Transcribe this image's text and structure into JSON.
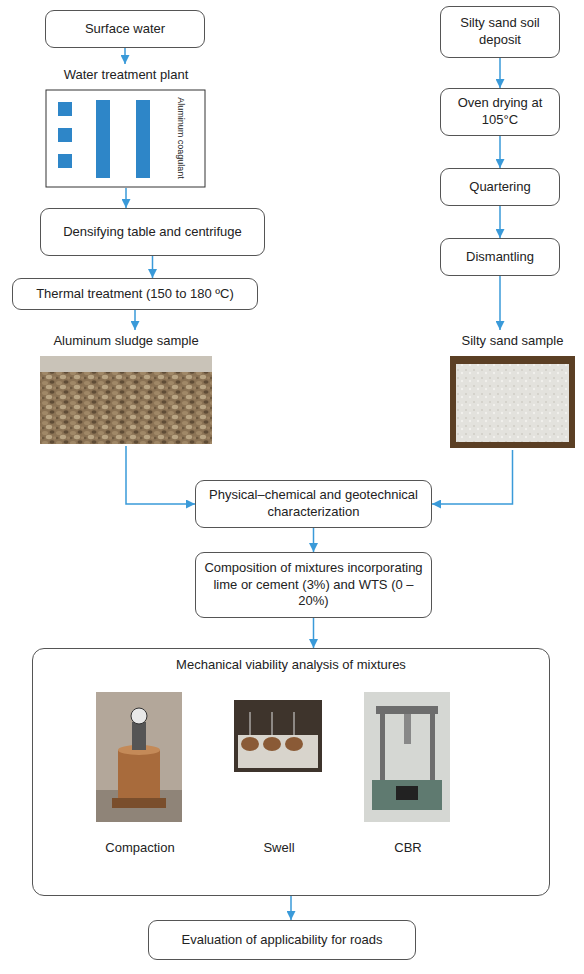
{
  "diagram": {
    "nodes": [
      {
        "text": [
          "Surface water"
        ]
      },
      {
        "text": [
          "Water treatment plant",
          "Aluminum coagulant"
        ]
      },
      {
        "text": [
          "Densifying table and centrifuge"
        ]
      },
      {
        "text": [
          "Thermal treatment (150 to 180 ºC)"
        ]
      },
      {
        "text": [
          "Aluminum sludge sample"
        ]
      },
      {
        "text": [
          "Silty sand soil deposit"
        ]
      },
      {
        "text": [
          "Oven drying at 105°C"
        ]
      },
      {
        "text": [
          "Quartering"
        ]
      },
      {
        "text": [
          "Dismantling"
        ]
      },
      {
        "text": [
          "Silty sand sample"
        ]
      },
      {
        "text": [
          "Physical–chemical and geotechnical characterization"
        ]
      },
      {
        "text": [
          "Composition of mixtures incorporating lime or cement (3%) and WTS (0 – 20%)"
        ]
      },
      {
        "text": [
          "Mechanical viability analysis of mixtures"
        ]
      },
      {
        "text": [
          "Compaction"
        ],
        "in": 12
      },
      {
        "text": [
          "Swell"
        ],
        "in": 12
      },
      {
        "text": [
          "CBR"
        ],
        "in": 12
      },
      {
        "text": [
          "Evaluation of applicability for roads"
        ]
      }
    ],
    "edges": [
      {
        "from": 0,
        "to": 1,
        "arrow": "to"
      },
      {
        "from": 1,
        "to": 2,
        "arrow": "to"
      },
      {
        "from": 2,
        "to": 3,
        "arrow": "to"
      },
      {
        "from": 3,
        "to": 4,
        "arrow": "to"
      },
      {
        "from": 5,
        "to": 6,
        "arrow": "to"
      },
      {
        "from": 6,
        "to": 7,
        "arrow": "to"
      },
      {
        "from": 7,
        "to": 8,
        "arrow": "to"
      },
      {
        "from": 8,
        "to": 9,
        "arrow": "to"
      },
      {
        "from": 4,
        "to": 10,
        "arrow": "to"
      },
      {
        "from": 9,
        "to": 10,
        "arrow": "to"
      },
      {
        "from": 10,
        "to": 11,
        "arrow": "to"
      },
      {
        "from": 11,
        "to": 12,
        "arrow": "to"
      },
      {
        "from": 12,
        "to": 16,
        "arrow": "to"
      }
    ]
  }
}
